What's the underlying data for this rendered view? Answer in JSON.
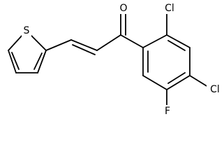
{
  "atoms": {
    "sulfur": "S",
    "oxygen": "O",
    "chlorine_ortho": "Cl",
    "chlorine_para": "Cl",
    "fluorine": "F"
  },
  "colors": {
    "bond": "#000000",
    "label": "#000000",
    "background": "#ffffff"
  }
}
